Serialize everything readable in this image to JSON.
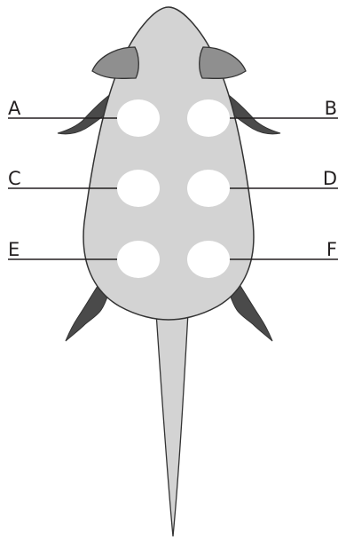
{
  "colors": {
    "body_fill": "#d3d3d3",
    "outline": "#333333",
    "ear_fill": "#8f8f8f",
    "limb_fill": "#4a4a4a",
    "spot_fill": "#ffffff",
    "leader_line": "#231f20"
  },
  "labels": {
    "a": "A",
    "b": "B",
    "c": "C",
    "d": "D",
    "e": "E",
    "f": "F"
  }
}
